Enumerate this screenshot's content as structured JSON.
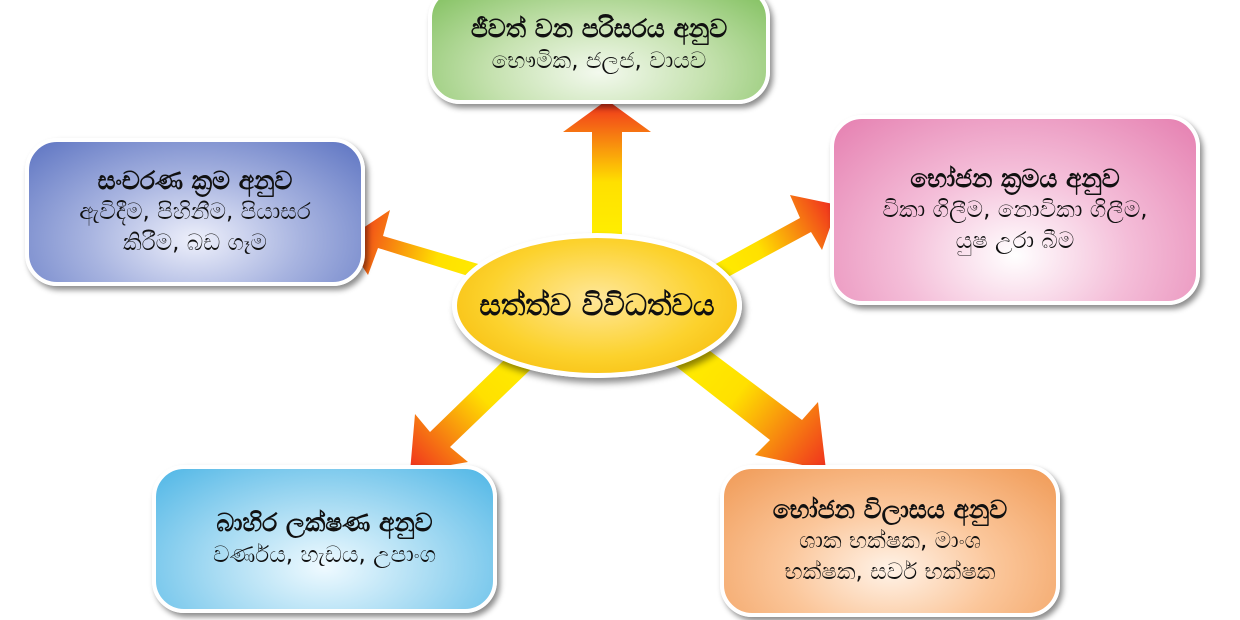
{
  "center": {
    "label": "සත්ත්ව විවිධත්වය"
  },
  "boxes": {
    "top": {
      "title": "ජීවත් වන පරිසරය අනුව",
      "lines": [
        "භෞමික, ජලජ, වායව"
      ]
    },
    "left": {
      "title": "සංචරණ ක්‍රම අනුව",
      "lines": [
        "ඇවිදීම, පිහිනීම, පියාසර",
        "කිරීම, බඩ ගෑම"
      ]
    },
    "right": {
      "title": "භෝජන ක්‍රමය අනුව",
      "lines": [
        "විකා ගිලීම, නොවිකා ගිලීම,",
        "යුෂ උරා බීම"
      ]
    },
    "bottom_left": {
      "title": "බාහිර ලක්ෂණ අනුව",
      "lines": [
        "වර්ණය, හැඩය, උපාංග"
      ]
    },
    "bottom_right": {
      "title": "භෝජන විලාසය අනුව",
      "lines": [
        "ශාක භක්ෂක, මාංශ",
        "භක්ෂක, සර්ව භක්ෂක"
      ]
    }
  },
  "colors": {
    "arrow_start": "#fff200",
    "arrow_end": "#f0301e",
    "center_fill": "#fcd22d"
  }
}
